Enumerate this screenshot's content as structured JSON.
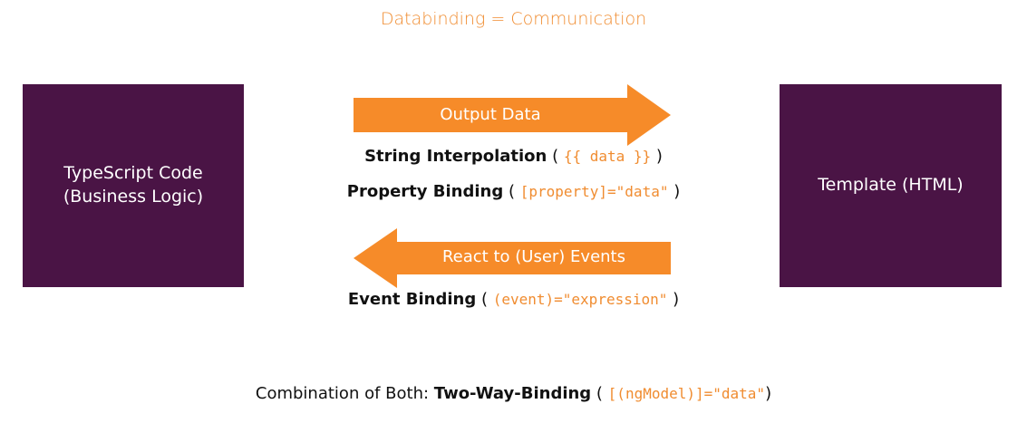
{
  "title": "Databinding = Communication",
  "left_box": {
    "line1": "TypeScript Code",
    "line2": "(Business Logic)"
  },
  "right_box": {
    "label": "Template (HTML)"
  },
  "output_arrow": {
    "label": "Output Data",
    "direction": "right",
    "color": "#f68b29"
  },
  "input_arrow": {
    "label": "React to (User) Events",
    "direction": "left",
    "color": "#f68b29"
  },
  "bindings": {
    "string_interpolation": {
      "name": "String Interpolation",
      "open": " ( ",
      "code": "{{ data }}",
      "close": " )"
    },
    "property_binding": {
      "name": "Property Binding",
      "open": " ( ",
      "code": "[property]=\"data\"",
      "close": " )"
    },
    "event_binding": {
      "name": "Event Binding",
      "open": " ( ",
      "code": "(event)=\"expression\"",
      "close": " )"
    },
    "two_way": {
      "prefix": "Combination of Both: ",
      "name": "Two-Way-Binding",
      "open": " ( ",
      "code": "[(ngModel)]=\"data\"",
      "close": ")"
    }
  },
  "colors": {
    "accent": "#f08c30",
    "box": "#4a1445"
  }
}
